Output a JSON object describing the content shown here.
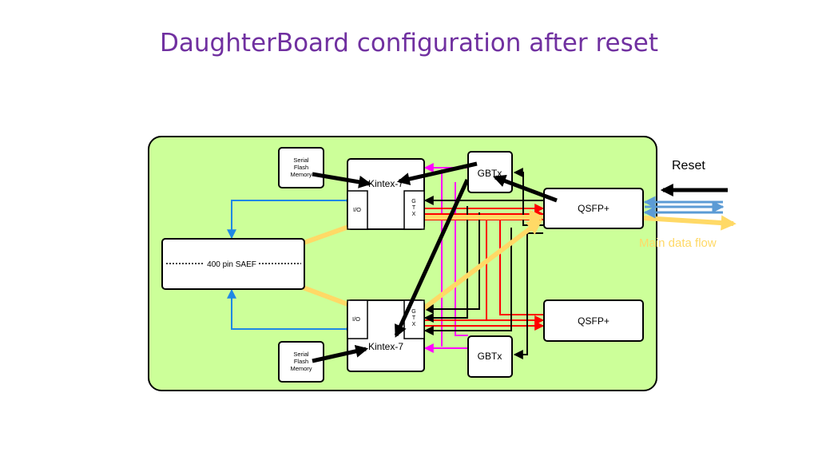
{
  "slide": {
    "title": "DaughterBoard configuration after reset"
  },
  "labels": {
    "flash_top": [
      "Serial",
      "Flash",
      "Memory"
    ],
    "flash_bottom": [
      "Serial",
      "Flash",
      "Memory"
    ],
    "kintex_top": "Kintex-7",
    "kintex_bottom": "Kintex-7",
    "io_top": "I/O",
    "io_bottom": "I/O",
    "gtx_top": [
      "G",
      "T",
      "X"
    ],
    "gtx_bottom": [
      "G",
      "T",
      "X"
    ],
    "gbtx_top": "GBTx",
    "gbtx_bottom": "GBTx",
    "qsfp_top": "QSFP+",
    "qsfp_bottom": "QSFP+",
    "saef": "400 pin SAEF",
    "reset": "Reset",
    "main_flow": "Main data flow"
  },
  "colors": {
    "board": "#ccff99",
    "title": "#7030a0",
    "data_flow": "#ffd966",
    "red_link": "#ff0000",
    "magenta_link": "#ff00ff",
    "blue_link": "#1e88e5",
    "optical": "#5b9bd5"
  }
}
